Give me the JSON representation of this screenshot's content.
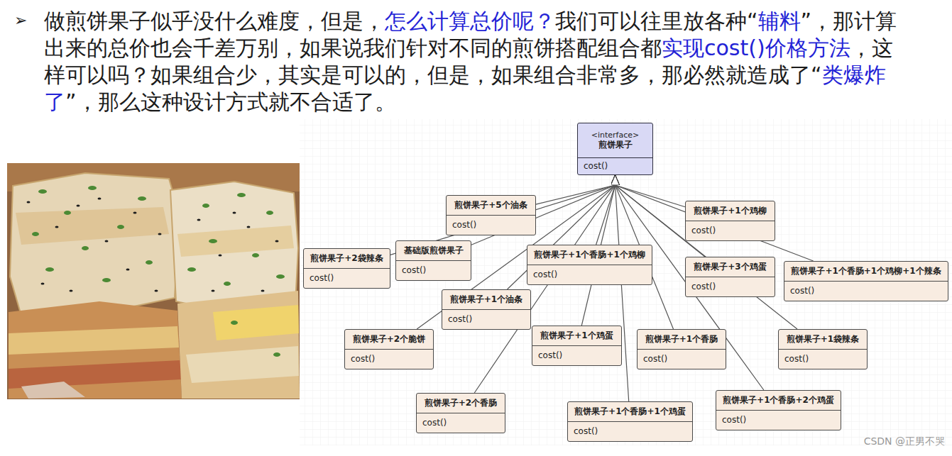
{
  "diagram": {
    "nodes": [
      {
        "text": [
          "<interface>",
          "煎饼果子",
          "cost()"
        ]
      },
      {
        "text": [
          "煎饼果子+5个油条",
          "cost()"
        ]
      },
      {
        "text": [
          "煎饼果子+1个鸡柳",
          "cost()"
        ]
      },
      {
        "text": [
          "煎饼果子+2袋辣条",
          "cost()"
        ]
      },
      {
        "text": [
          "基础版煎饼果子",
          "cost()"
        ]
      },
      {
        "text": [
          "煎饼果子+1个香肠+1个鸡柳",
          "cost()"
        ]
      },
      {
        "text": [
          "煎饼果子+3个鸡蛋",
          "cost()"
        ]
      },
      {
        "text": [
          "煎饼果子+1个香肠+1个鸡柳+1个辣条",
          "cost()"
        ]
      },
      {
        "text": [
          "煎饼果子+1个油条",
          "cost()"
        ]
      },
      {
        "text": [
          "煎饼果子+2个脆饼",
          "cost()"
        ]
      },
      {
        "text": [
          "煎饼果子+1个鸡蛋",
          "cost()"
        ]
      },
      {
        "text": [
          "煎饼果子+1个香肠",
          "cost()"
        ]
      },
      {
        "text": [
          "煎饼果子+1袋辣条",
          "cost()"
        ]
      },
      {
        "text": [
          "煎饼果子+2个香肠",
          "cost()"
        ]
      },
      {
        "text": [
          "煎饼果子+1个香肠+1个鸡蛋",
          "cost()"
        ]
      },
      {
        "text": [
          "煎饼果子+1个香肠+2个鸡蛋",
          "cost()"
        ]
      }
    ],
    "edges": [
      {
        "from": 1,
        "to": 0,
        "arrow": "to"
      },
      {
        "from": 2,
        "to": 0,
        "arrow": "to"
      },
      {
        "from": 3,
        "to": 0,
        "arrow": "to"
      },
      {
        "from": 4,
        "to": 0,
        "arrow": "to"
      },
      {
        "from": 5,
        "to": 0,
        "arrow": "to"
      },
      {
        "from": 6,
        "to": 0,
        "arrow": "to"
      },
      {
        "from": 7,
        "to": 0,
        "arrow": "to"
      },
      {
        "from": 8,
        "to": 0,
        "arrow": "to"
      },
      {
        "from": 9,
        "to": 0,
        "arrow": "to"
      },
      {
        "from": 10,
        "to": 0,
        "arrow": "to"
      },
      {
        "from": 11,
        "to": 0,
        "arrow": "to"
      },
      {
        "from": 12,
        "to": 0,
        "arrow": "to"
      },
      {
        "from": 13,
        "to": 0,
        "arrow": "to"
      },
      {
        "from": 14,
        "to": 0,
        "arrow": "to"
      },
      {
        "from": 15,
        "to": 0,
        "arrow": "to"
      }
    ],
    "labels": [
      "➢",
      "做煎饼果子似乎没什么难度，但是，",
      "怎么计算总价呢？",
      "我们可以往里放各种“",
      "辅料",
      "”，那计算出来的总价也会千差万别，如果说我们针对不同的煎饼搭配组合都",
      "实现cost()价格方法",
      "，这样可以吗？如果组合少，其实是可以的，但是，如果组合非常多，那必然就造成了“",
      "类爆炸了",
      "”，那么这种设计方式就不合适了。",
      "CSDN @正男不哭"
    ]
  }
}
